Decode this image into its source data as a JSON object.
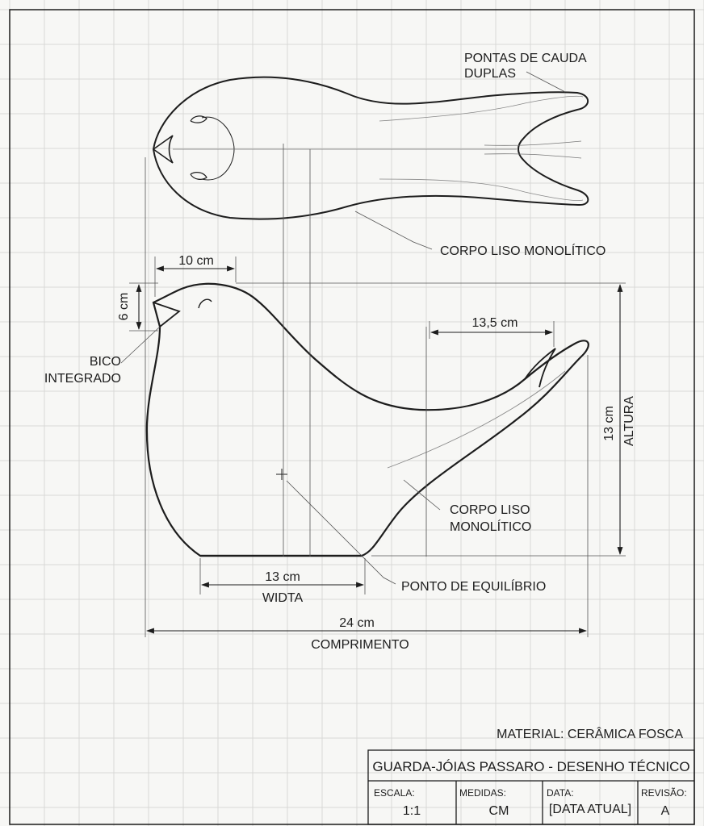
{
  "drawing": {
    "top_view": {
      "label_tail": [
        "PONTAS DE CAUDA",
        "DUPLAS"
      ],
      "label_body": "CORPO LISO MONOLÍTICO"
    },
    "side_view": {
      "label_beak": [
        "BICO",
        "INTEGRADO"
      ],
      "label_body": [
        "CORPO LISO",
        "MONOLÍTICO"
      ],
      "label_balance": "PONTO DE EQUILÍBRIO"
    },
    "dimensions": {
      "beak_width": "10 cm",
      "beak_height": "6 cm",
      "tail_length": "13,5 cm",
      "height_value": "13 cm",
      "height_label": "ALTURA",
      "base_value": "13 cm",
      "base_label": "WIDTA",
      "length_value": "24 cm",
      "length_label": "COMPRIMENTO"
    }
  },
  "material": "MATERIAL: CERÂMICA FOSCA",
  "title_block": {
    "title": "GUARDA-JÓIAS PASSARO - DESENHO TÉCNICO",
    "fields": [
      {
        "header": "ESCALA:",
        "value": "1:1"
      },
      {
        "header": "MEDIDAS:",
        "value": "CM"
      },
      {
        "header": "DATA:",
        "value": "[DATA ATUAL]"
      },
      {
        "header": "REVISÃO:",
        "value": "A"
      }
    ]
  },
  "colors": {
    "paper": "#f7f7f5",
    "grid": "#d9d9d6",
    "ink": "#1d1d1d"
  }
}
